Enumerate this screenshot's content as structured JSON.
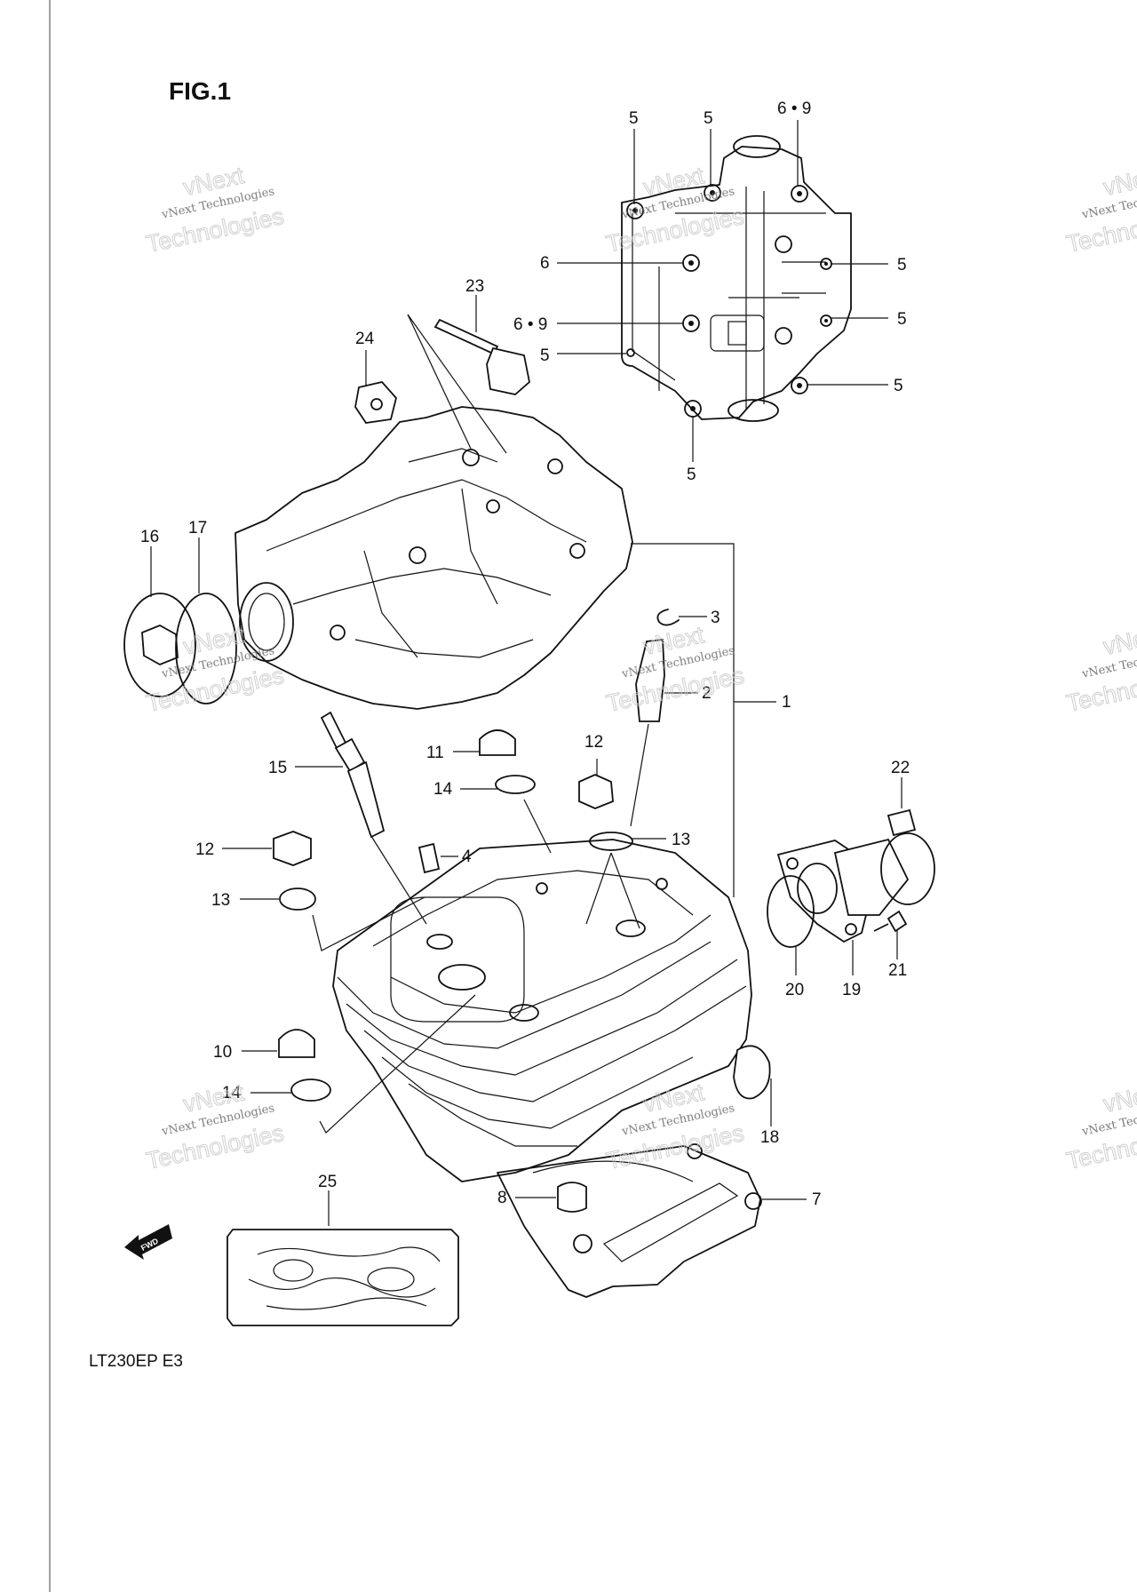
{
  "figure": {
    "title": "FIG.1",
    "model": "LT230EP  E3"
  },
  "watermark": {
    "line1": "vNext Technologies",
    "line2": "Technologies",
    "line3": "vNext"
  },
  "fwd_badge": "FWD",
  "callouts": {
    "c1": "1",
    "c2": "2",
    "c3": "3",
    "c4": "4",
    "c7": "7",
    "c8": "8",
    "c10": "10",
    "c11": "11",
    "c12a": "12",
    "c12b": "12",
    "c13a": "13",
    "c13b": "13",
    "c14a": "14",
    "c14b": "14",
    "c15": "15",
    "c16": "16",
    "c17": "17",
    "c18": "18",
    "c19": "19",
    "c20": "20",
    "c21": "21",
    "c22": "22",
    "c23": "23",
    "c24": "24",
    "c25": "25",
    "b5_top1": "5",
    "b5_top2": "5",
    "b69_top": "6 • 9",
    "b6_left": "6",
    "b69_left": "6 • 9",
    "b5_left": "5",
    "b5_r1": "5",
    "b5_r2": "5",
    "b5_r3": "5",
    "b5_bottom": "5"
  }
}
